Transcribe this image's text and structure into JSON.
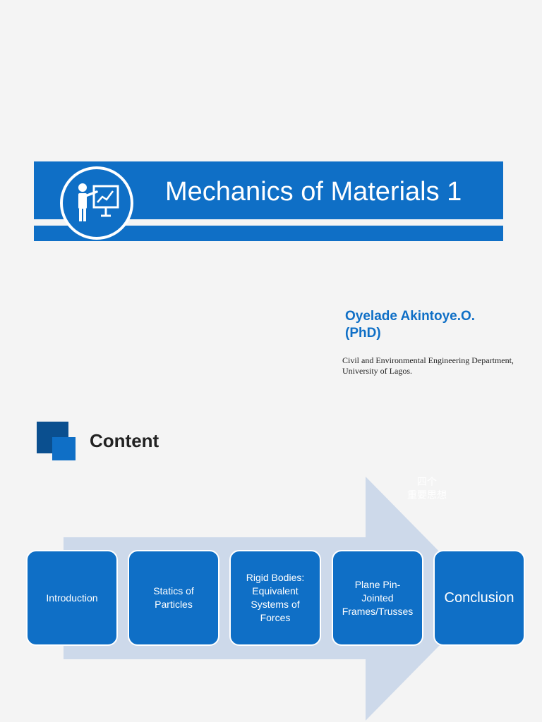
{
  "title": {
    "text": "Mechanics of Materials 1",
    "icon": "presenter-chart-icon",
    "banner_color": "#0f6fc6"
  },
  "author": {
    "name_line1": "Oyelade Akintoye.O.",
    "name_line2": "(PhD)",
    "affiliation_line1": "Civil and Environmental Engineering Department,",
    "affiliation_line2": "University of Lagos."
  },
  "content": {
    "heading": "Content",
    "arrow_note_line1": "四个",
    "arrow_note_line2": "重要思想",
    "steps": [
      "Introduction",
      "Statics of Particles",
      "Rigid Bodies: Equivalent Systems of Forces",
      "Plane Pin-Jointed Frames/Trusses",
      "Conclusion"
    ]
  },
  "colors": {
    "accent": "#0f6fc6",
    "accent_dark": "#0a4f8f",
    "arrow": "#cdd9ea",
    "background": "#f4f4f4"
  }
}
